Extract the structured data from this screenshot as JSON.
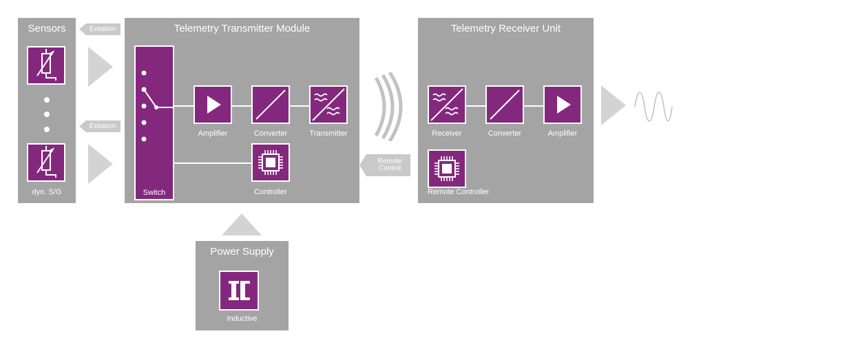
{
  "sensors": {
    "title": "Sensors",
    "label": "dyn. S/G"
  },
  "excitation": [
    "Exitation",
    "Exitation"
  ],
  "transmitter": {
    "title": "Telemetry Transmitter Module",
    "switch_label": "Switch",
    "amplifier_label": "Amplifier",
    "converter_label": "Converter",
    "transmitter_label": "Transmitter",
    "controller_label": "Controller"
  },
  "remote_control": [
    "Remote",
    "Control"
  ],
  "receiver": {
    "title": "Telemetry Receiver Unit",
    "receiver_label": "Receiver",
    "converter_label": "Converter",
    "amplifier_label": "Amplifier",
    "remote_controller_label": "Remote Controller"
  },
  "power": {
    "title": "Power Supply",
    "inductive_label": "Inductive"
  },
  "colors": {
    "panel": "#a4a4a4",
    "block": "#84287e",
    "arrow": "#d3d3d3",
    "tag": "#c9c9c9"
  }
}
